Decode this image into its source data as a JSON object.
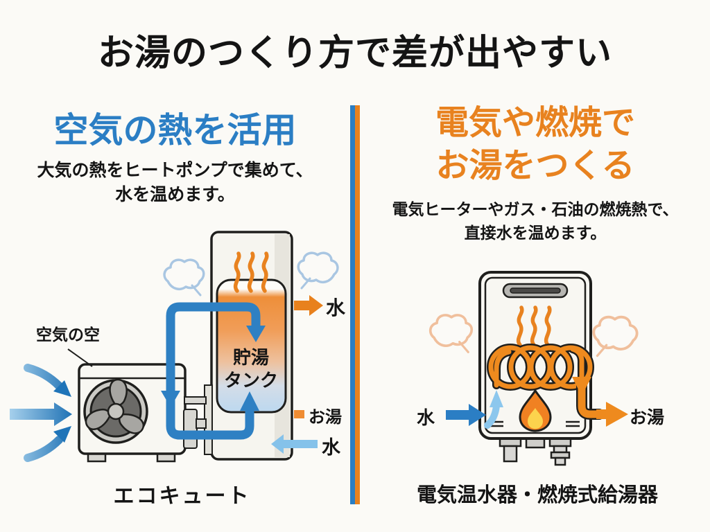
{
  "title": "お湯のつくり方で差が出やすい",
  "divider_colors": {
    "left": "#2b7ec4",
    "right": "#e8821f"
  },
  "left_panel": {
    "heading": "空気の熱を活用",
    "heading_color": "#2b7ec4",
    "description": [
      "大気の熱をヒートポンプで集めて、",
      "水を温めます。"
    ],
    "labels": {
      "air": "空気の空",
      "tank_line1": "貯湯",
      "tank_line2": "タンク",
      "water_out": "水",
      "hot_water": "お湯",
      "water_in": "水"
    },
    "caption": "エコキュート",
    "icon_names": [
      "heat-pump-outdoor-unit",
      "fan-icon",
      "storage-tank",
      "steam-squiggle-icon",
      "steam-cloud-icon",
      "air-flow-arrows",
      "water-pipe-loop"
    ],
    "pipe_color": "#2e80c3",
    "arrow_orange": "#e8811d",
    "arrow_lightblue": "#85c2ea"
  },
  "right_panel": {
    "heading": [
      "電気や燃焼で",
      "お湯をつくる"
    ],
    "heading_color": "#e8821f",
    "description": [
      "電気ヒーターやガス・石油の燃焼熱で、",
      "直接水を温めます。"
    ],
    "labels": {
      "water_in": "水",
      "hot_water_out": "お湯"
    },
    "caption": "電気温水器・燃焼式給湯器",
    "icon_names": [
      "gas-water-heater-unit",
      "vent-slot",
      "heating-coil-icon",
      "flame-icon",
      "steam-squiggle-icon",
      "steam-cloud-icon"
    ],
    "arrow_blue": "#2b7ec4",
    "arrow_orange": "#ee8a1e"
  }
}
